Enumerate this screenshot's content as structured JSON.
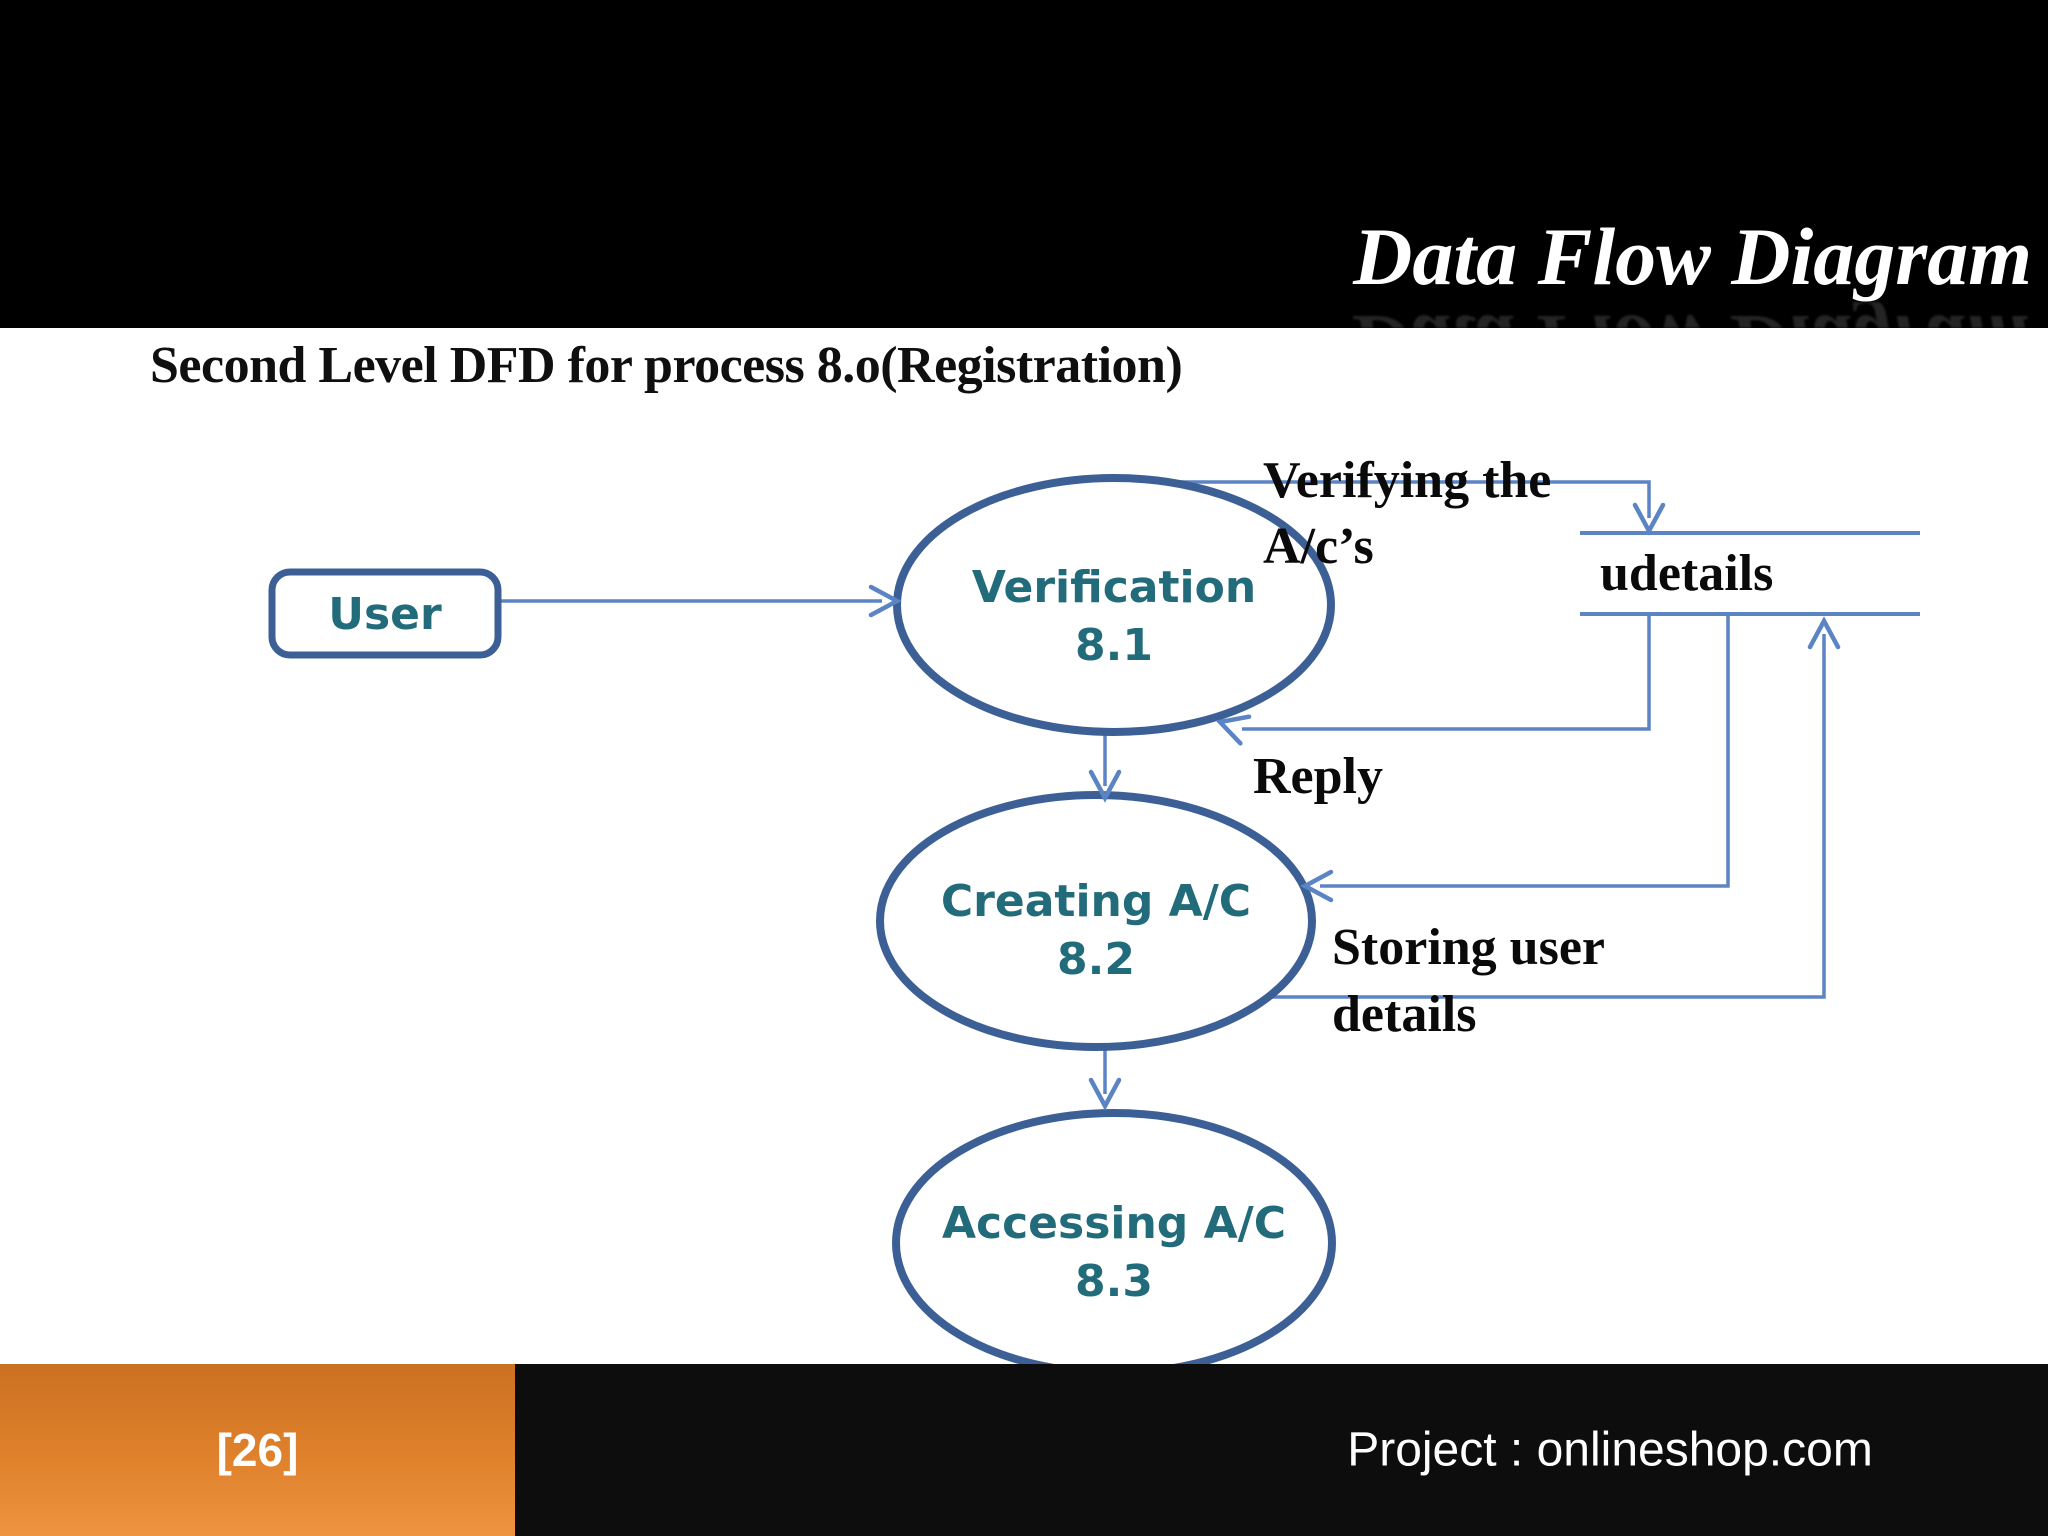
{
  "slide": {
    "title": "Data Flow Diagram",
    "subtitle": "Second Level DFD for process 8.o(Registration)",
    "diagram": {
      "user_entity": "User",
      "processes": [
        {
          "name": "Verification",
          "number": "8.1"
        },
        {
          "name": "Creating A/C",
          "number": "8.2"
        },
        {
          "name": "Accessing A/C",
          "number": "8.3"
        }
      ],
      "data_store": "udetails",
      "labels": {
        "verifying1": "Verifying the",
        "verifying2": "A/c’s",
        "reply": "Reply",
        "storing1": "Storing user",
        "storing2": "details"
      }
    },
    "footer": {
      "page": "[26]",
      "project": "Project : onlineshop.com"
    },
    "colors": {
      "accent_orange": "#e0812c",
      "shape_stroke": "#3c6096",
      "flow_line": "#5b84c4",
      "process_text": "#226b7a"
    }
  }
}
